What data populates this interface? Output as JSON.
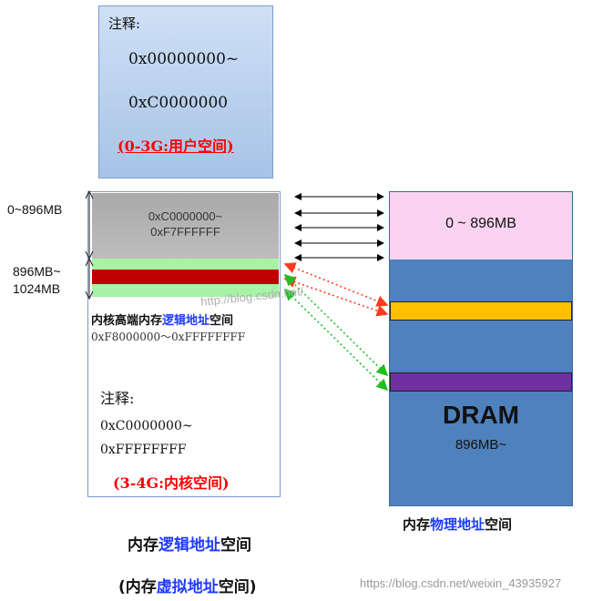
{
  "user_space": {
    "note": "注释:",
    "addr_start": "0x00000000~",
    "addr_end": "0xC0000000",
    "label": "(0-3G:用户空间)"
  },
  "kernel_space": {
    "low_region_start": "0xC0000000~",
    "low_region_end": "0xF7FFFFFF",
    "size_label_low": "0~896MB",
    "size_label_high_1": "896MB~",
    "size_label_high_2": "1024MB",
    "high_mem_prefix": "内核高端内存",
    "high_mem_highlight": "逻辑地址",
    "high_mem_suffix": "空间",
    "high_mem_range": "0xF8000000～0xFFFFFFFF",
    "note": "注释:",
    "addr_start": "0xC0000000~",
    "addr_end": "0xFFFFFFFF",
    "label": "(3-4G:内核空间)"
  },
  "captions": {
    "logical_prefix": "内存",
    "logical_highlight": "逻辑地址",
    "logical_suffix": "空间",
    "virtual_prefix": "(内存",
    "virtual_highlight": "虚拟地址",
    "virtual_suffix": "空间)"
  },
  "dram": {
    "top_label": "0 ~ 896MB",
    "title": "DRAM",
    "size": "896MB~",
    "caption_prefix": "内存",
    "caption_highlight": "物理地址",
    "caption_suffix": "空间"
  },
  "watermarks": {
    "bottom": "https://blog.csdn.net/weixin_43935927",
    "middle": "http://blog.csdn.net/"
  },
  "colors": {
    "user_space_fill": "#a7c3e6",
    "low_mem_gray": "#a9a9a9",
    "high_mem_green": "#a6f2a6",
    "high_mem_red": "#c00000",
    "dram_blue": "#4f81bd",
    "dram_low_pink": "#f9d3f0",
    "mapped_yellow": "#ffc000",
    "mapped_purple": "#7030a0",
    "label_red": "#ff0000",
    "highlight_blue": "#1f3bff"
  }
}
